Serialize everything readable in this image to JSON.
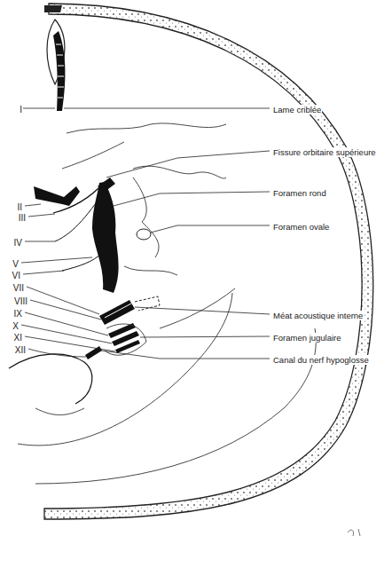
{
  "diagram": {
    "labels": [
      "I",
      "II",
      "III",
      "IV",
      "V",
      "VI",
      "VII",
      "VIII",
      "IX",
      "X",
      "XI",
      "XII",
      "Lame criblée",
      "Fissure orbitaire supérieure",
      "Foramen rond",
      "Foramen ovale",
      "Méat acoustique interne",
      "Foramen jugulaire",
      "Canal du nerf hypoglosse"
    ]
  }
}
